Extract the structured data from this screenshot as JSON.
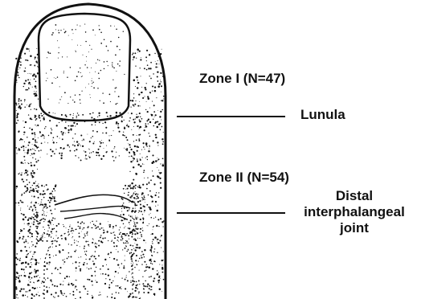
{
  "labels": {
    "zone1": "Zone I (N=47)",
    "zone2": "Zone II (N=54)",
    "lunula": "Lunula",
    "dip_joint": [
      "Distal",
      "interphalangeal",
      "joint"
    ]
  },
  "colors": {
    "ink": "#111111",
    "background": "#ffffff"
  }
}
